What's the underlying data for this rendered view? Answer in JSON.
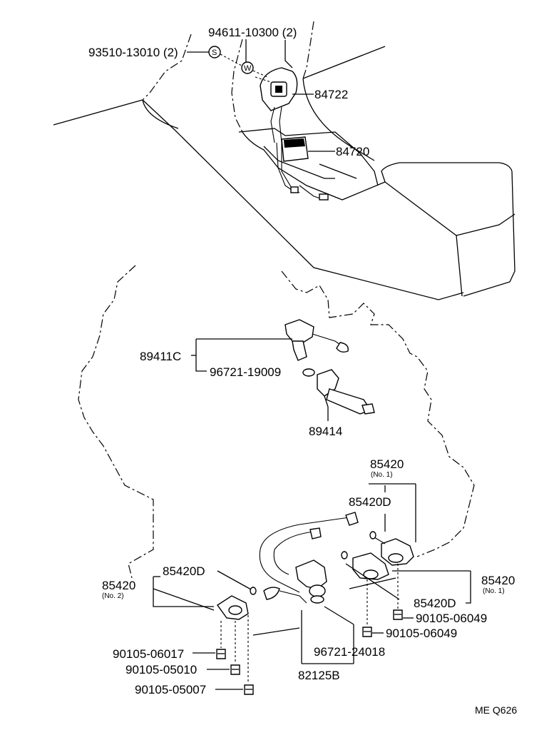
{
  "labels": {
    "p_94611": "94611-10300 (2)",
    "p_93510": "93510-13010 (2)",
    "sym_s": "S",
    "sym_w": "W",
    "p_84722": "84722",
    "p_84720": "84720",
    "p_89411c": "89411C",
    "p_96721_19009": "96721-19009",
    "p_89414": "89414",
    "p_85420_top": "85420",
    "p_85420_top_sub": "(No. 1)",
    "p_85420d_top": "85420D",
    "p_85420_right": "85420",
    "p_85420_right_sub": "(No. 1)",
    "p_85420d_right": "85420D",
    "p_90105_06049_a": "90105-06049",
    "p_90105_06049_b": "90105-06049",
    "p_85420_left": "85420",
    "p_85420_left_sub": "(No. 2)",
    "p_85420d_left": "85420D",
    "p_90105_06017": "90105-06017",
    "p_90105_05010": "90105-05010",
    "p_90105_05007": "90105-05007",
    "p_96721_24018": "96721-24018",
    "p_82125b": "82125B",
    "footer_code": "ME Q626"
  }
}
